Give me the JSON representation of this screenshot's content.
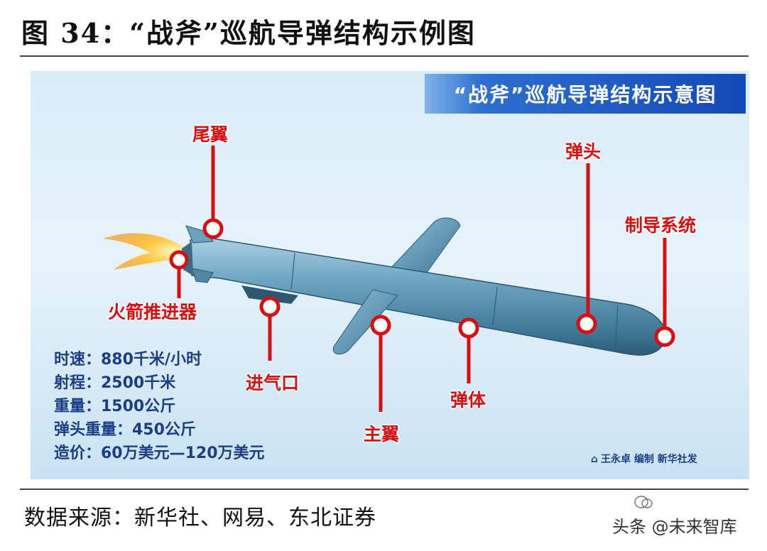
{
  "figure_title": "图 34：“战斧”巡航导弹结构示例图",
  "banner_title": "“战斧”巡航导弹结构示意图",
  "labels": {
    "tail": "尾翼",
    "warhead": "弹头",
    "guidance": "制导系统",
    "rocket": "火箭推进器",
    "intake": "进气口",
    "body": "弹体",
    "main_wing": "主翼"
  },
  "specs": [
    "时速：880千米/小时",
    "射程：2500千米",
    "重量：1500公斤",
    "弹头重量：450公斤",
    "造价：60万美元—120万美元"
  ],
  "credit": "王永卓 编制 新华社发",
  "source": "数据来源：新华社、网易、东北证券",
  "watermark": "头条 @未来智库",
  "colors": {
    "label_red": "#d80f10",
    "missile": "#5f97b5",
    "banner": "#1449b8",
    "spec_text": "#1b3f86"
  }
}
